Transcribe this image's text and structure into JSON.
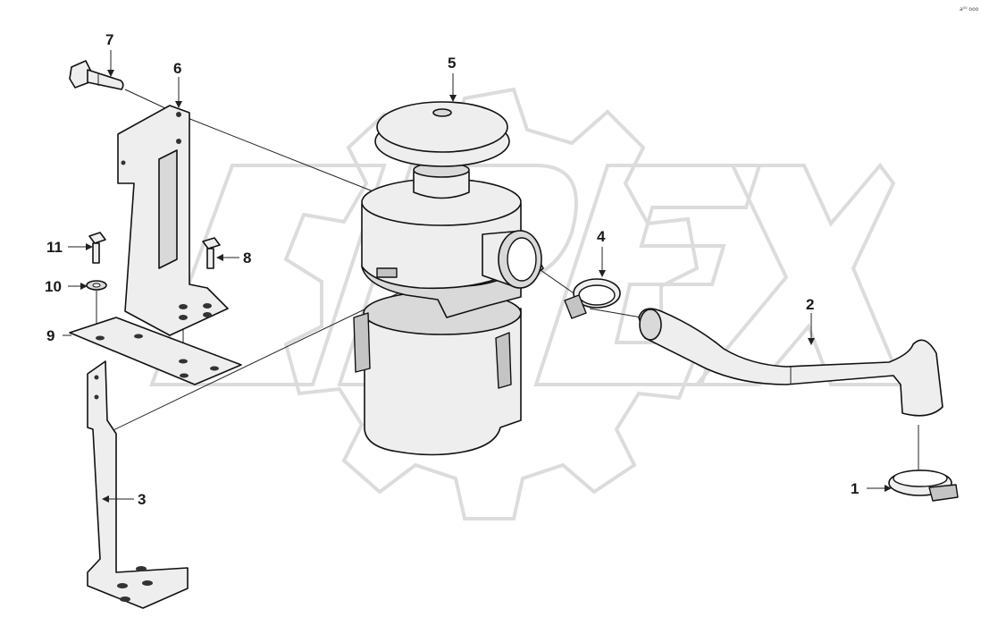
{
  "watermark": {
    "text": "OPEX"
  },
  "corner_code": "a⁰⁰ ooo",
  "callouts": [
    {
      "id": "1",
      "label": "1"
    },
    {
      "id": "2",
      "label": "2"
    },
    {
      "id": "3",
      "label": "3"
    },
    {
      "id": "4",
      "label": "4"
    },
    {
      "id": "5",
      "label": "5"
    },
    {
      "id": "6",
      "label": "6"
    },
    {
      "id": "7",
      "label": "7"
    },
    {
      "id": "8",
      "label": "8"
    },
    {
      "id": "9",
      "label": "9"
    },
    {
      "id": "10",
      "label": "10"
    },
    {
      "id": "11",
      "label": "11"
    }
  ],
  "colors": {
    "line": "#111111",
    "fill_light": "#eeeeee",
    "fill_mid": "#d9d9d9",
    "watermark": "#dcdcdc"
  }
}
